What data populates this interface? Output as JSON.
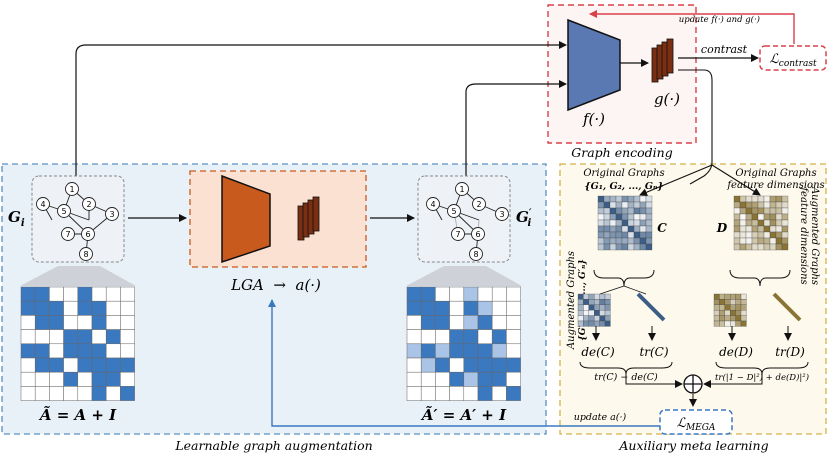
{
  "colors": {
    "lga_panel_bg": "#e8f0f8",
    "lga_panel_border": "#5b8fbf",
    "meta_panel_bg": "#fdf9ec",
    "meta_panel_border": "#d4b24a",
    "encoder_border": "#d9414a",
    "encoder_fill": "#5a78b2",
    "lga_fill": "#c85a1e",
    "lga_box_bg": "#fbe1d2",
    "projector_fill": "#7a2e12",
    "adjacency_fill": "#3a78c0",
    "adjacency_light": "#a9c4e6",
    "matrix_c": "#3c5e86",
    "matrix_d": "#8a7434",
    "feedback_red": "#d9414a",
    "feedback_blue": "#3a78c0"
  },
  "labels": {
    "gi": "G",
    "gi_sub": "i",
    "gi_prime": "G",
    "gi_prime_sub": "i",
    "lga_op": "LGA  →  a(·)",
    "encoder": "f(·)",
    "projector": "g(·)",
    "contrast": "contrast",
    "loss_contrast": "ℒ",
    "loss_contrast_sub": "contrast",
    "update_fg": "update f(·) and g(·)",
    "update_a": "update a(·)",
    "loss_mega": "ℒ",
    "loss_mega_sub": "MEGA",
    "graph_encoding": "Graph encoding",
    "learnable_aug": "Learnable graph augmentation",
    "aux_meta": "Auxiliary meta learning",
    "adj_eq": "Ã = A + I",
    "adj_eq_prime": "Ã′ = A′ + I",
    "orig_graphs_1": "Original Graphs",
    "orig_graphs_set": "{G₁, G₂, ..., Gₙ}",
    "orig_graphs_2": "Original Graphs",
    "feature_dims": "feature dimensions",
    "aug_graphs_side": "Augmented Graphs",
    "aug_graphs_set_side": "{G′₁, G′₂, ..., G′ₙ}",
    "aug_graphs_side_right": "Augmented Graphs",
    "feature_dims_side": "feature dimensions",
    "mat_c": "C",
    "mat_d": "D",
    "de_c": "de(C)",
    "tr_c": "tr(C)",
    "de_d": "de(D)",
    "tr_d": "tr(D)",
    "combine_left": "tr(C) − de(C)",
    "combine_right": "tr(|1 − D|²) + de(D)|²)",
    "oplus": "⊕"
  },
  "graph_nodes": [
    "1",
    "2",
    "3",
    "4",
    "5",
    "6",
    "7",
    "8"
  ],
  "graph_nodes_aug": [
    "1",
    "2",
    "3",
    "4",
    "5",
    "6",
    "7",
    "8"
  ]
}
